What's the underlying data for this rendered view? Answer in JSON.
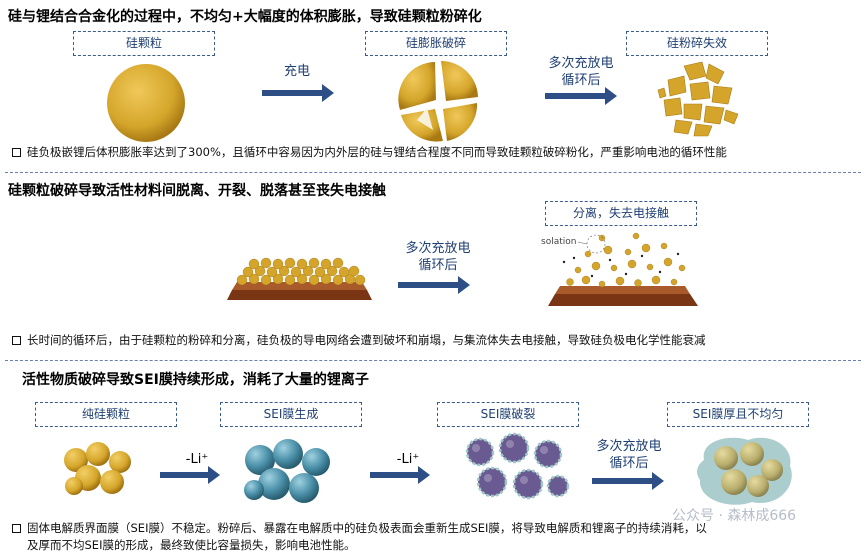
{
  "sections": [
    {
      "title": "硅与锂结合合金化的过程中，不均匀+大幅度的体积膨胀，导致硅颗粒粉碎化",
      "boxes": [
        "硅颗粒",
        "硅膨胀破碎",
        "硅粉碎失效"
      ],
      "arrows": [
        "充电",
        "多次充放电\n循环后"
      ],
      "note": "硅负极嵌锂后体积膨胀率达到了300%，且循环中容易因为内外层的硅与锂结合程度不同而导致硅颗粒破碎粉化，严重影响电池的循环性能"
    },
    {
      "title": "硅颗粒破碎导致活性材料间脱离、开裂、脱落甚至丧失电接触",
      "boxes": [
        "分离，失去电接触"
      ],
      "isolation_label": "solation",
      "arrows": [
        "多次充放电\n循环后"
      ],
      "note": "长时间的循环后，由于硅颗粒的粉碎和分离，硅负极的导电网络会遭到破坏和崩塌，与集流体失去电接触，导致硅负极电化学性能衰减"
    },
    {
      "title": "活性物质破碎导致SEI膜持续形成，消耗了大量的锂离子",
      "boxes": [
        "纯硅颗粒",
        "SEI膜生成",
        "SEI膜破裂",
        "SEI膜厚且不均匀"
      ],
      "arrows": [
        "-Li⁺",
        "-Li⁺",
        "多次充放电\n循环后"
      ],
      "note_lines": [
        "固体电解质界面膜（SEI膜）不稳定。粉碎后、暴露在电解质中的硅负极表面会重新生成SEI膜，将导致电解质和锂离子的持续消耗，以",
        "及厚而不均SEI膜的形成，最终致使比容量损失，影响电池性能。"
      ]
    }
  ],
  "watermark": "公众号 · 森林成666",
  "colors": {
    "accent": "#1f3f73",
    "arrow": "#2d4f86",
    "silicon": "#d4a52a",
    "sei": "#4a8fa8"
  }
}
